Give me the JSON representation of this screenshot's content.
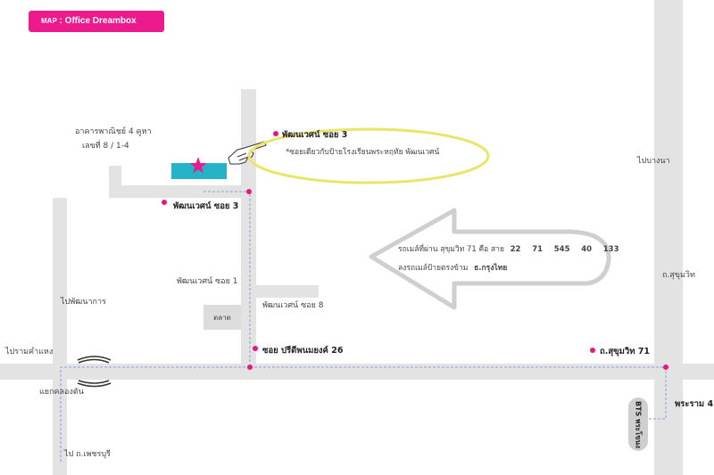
{
  "header": {
    "prefix": "MAP",
    "separator": " : ",
    "title": "Office Dreambox"
  },
  "labels": {
    "building_line1": "อาคารพาณิชย์ 4 คูหา",
    "building_line2": "เลขที่ 8 / 1-4",
    "soi3_callout": "พัฒนเวศน์ ซอย 3",
    "note": "*ซอยเดียวกับป้ายโรงเรียนพระหฤทัย พัฒนเวศน์",
    "soi3_street": "พัฒนเวศน์ ซอย 3",
    "soi1": "พัฒนเวศน์ ซอย 1",
    "soi8": "พัฒนเวศน์ ซอย 8",
    "market": "ตลาด",
    "pridi": "ซอย ปรีดีพนมยงค์ 26",
    "sukhumvit71": "ถ.สุขุมวิท 71",
    "sukhumvit": "ถ.สุขุมวิท",
    "to_bangna": "ไปบางนา",
    "to_phatthanakan": "ไปพัฒนาการ",
    "to_ramkhamhaeng": "ไปรามคำแหง",
    "khlong_tan": "แยกคลองตัน",
    "to_phetchaburi": "ไป ถ.เพชรบุรี",
    "rama4": "พระราม 4",
    "bts": "BTS พระโขนง"
  },
  "bus": {
    "line1_prefix": "รถเมล์ที่ผ่าน สุขุมวิท 71 คือ สาย",
    "routes": [
      "22",
      "71",
      "545",
      "40",
      "133"
    ],
    "line2_prefix": "ลงรถเมล์ป้ายตรงข้าม",
    "line2_bank": "ธ.กรุงไทย"
  },
  "colors": {
    "road": "#e3e3e3",
    "accent_pink": "#ec1a8d",
    "building_cyan": "#26b3c9",
    "ellipse_yellow": "#e9e566",
    "route_dots": "#e6177f",
    "route_line": "#8aa1cf"
  },
  "icons": {
    "office": "star-icon",
    "pointer": "pointing-hand-icon",
    "direction": "left-arrow-icon"
  }
}
